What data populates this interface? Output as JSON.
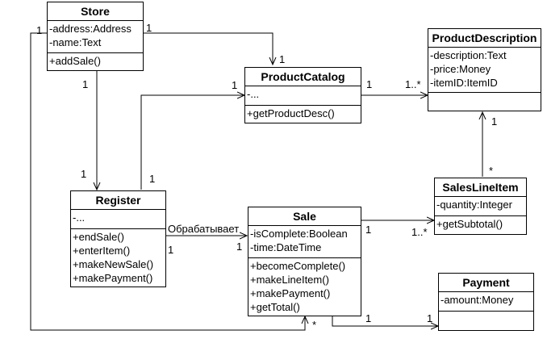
{
  "classes": {
    "store": {
      "name": "Store",
      "attributes": [
        "-address:Address",
        "-name:Text"
      ],
      "methods": [
        "+addSale()"
      ]
    },
    "product_catalog": {
      "name": "ProductCatalog",
      "attributes": [
        "-..."
      ],
      "methods": [
        "+getProductDesc()"
      ]
    },
    "product_description": {
      "name": "ProductDescription",
      "attributes": [
        "-description:Text",
        "-price:Money",
        "-itemID:ItemID"
      ],
      "methods": []
    },
    "register": {
      "name": "Register",
      "attributes": [
        "-..."
      ],
      "methods": [
        "+endSale()",
        "+enterItem()",
        "+makeNewSale()",
        "+makePayment()"
      ]
    },
    "sale": {
      "name": "Sale",
      "attributes": [
        "-isComplete:Boolean",
        "-time:DateTime"
      ],
      "methods": [
        "+becomeComplete()",
        "+makeLineItem()",
        "+makePayment()",
        "+getTotal()"
      ]
    },
    "sales_line_item": {
      "name": "SalesLineItem",
      "attributes": [
        "-quantity:Integer"
      ],
      "methods": [
        "+getSubtotal()"
      ]
    },
    "payment": {
      "name": "Payment",
      "attributes": [
        "-amount:Money"
      ],
      "methods": []
    }
  },
  "associations": {
    "register_sale_label": "Обрабатывает"
  },
  "multiplicities": {
    "store_left": "1",
    "store_catalog_store_end": "1",
    "store_catalog_catalog_end": "1",
    "store_register_store_end": "1",
    "store_register_register_end": "1",
    "register_catalog_register_end": "1",
    "register_catalog_catalog_end": "1",
    "catalog_desc_catalog_end": "1",
    "catalog_desc_desc_end": "1..*",
    "desc_lineitem_desc_end": "1",
    "desc_lineitem_lineitem_end": "*",
    "register_sale_register_end": "1",
    "register_sale_sale_end": "1",
    "sale_lineitem_sale_end": "1",
    "sale_lineitem_lineitem_end": "1..*",
    "store_sale_sale_end": "*",
    "sale_payment_sale_end": "1",
    "sale_payment_payment_end": "1"
  }
}
